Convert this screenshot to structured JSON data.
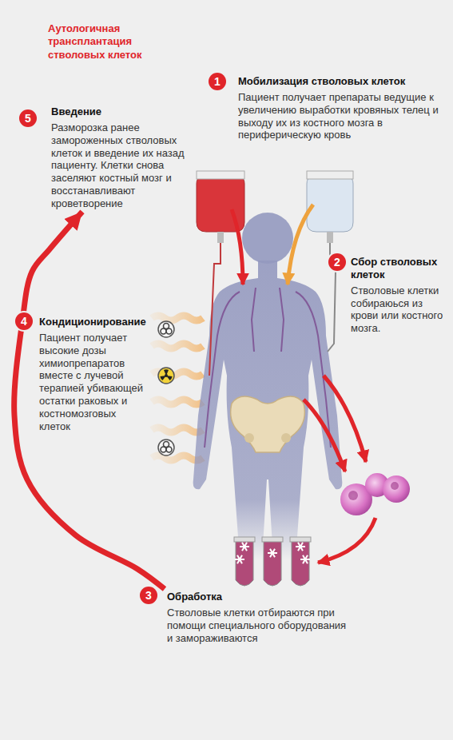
{
  "diagram": {
    "title": "Аутологичная трансплантация стволовых клеток",
    "nodes": [
      {
        "text": [
          "Мобилизация стволовых клеток",
          "Пациент получает препараты ведущие к увеличению выработки кровяных телец и выходу их из костного мозга в периферическую кровь"
        ]
      },
      {
        "text": [
          "Введение",
          "Разморозка ранее замороженных стволовых клеток и введение их назад пациенту. Клетки снова заселяют костный мозг и восстанавливают кроветворение"
        ]
      },
      {
        "text": [
          "Сбор стволовых клеток",
          "Стволовые клетки собираюься из крови или костного мозга."
        ]
      },
      {
        "text": [
          "Кондиционирование",
          "Пациент получает высокие дозы химиопрепаратов вместе с лучевой терапией убивающей остатки раковых и костномозговых клеток"
        ]
      },
      {
        "text": [
          "Обработка",
          "Стволовые клетки отбираются при помощи специального оборудования и замораживаются"
        ]
      }
    ],
    "edges": [
      {
        "from": 4,
        "to": 1,
        "arrow": "to"
      }
    ],
    "labels": [
      "1",
      "5",
      "2",
      "4",
      "3"
    ]
  }
}
